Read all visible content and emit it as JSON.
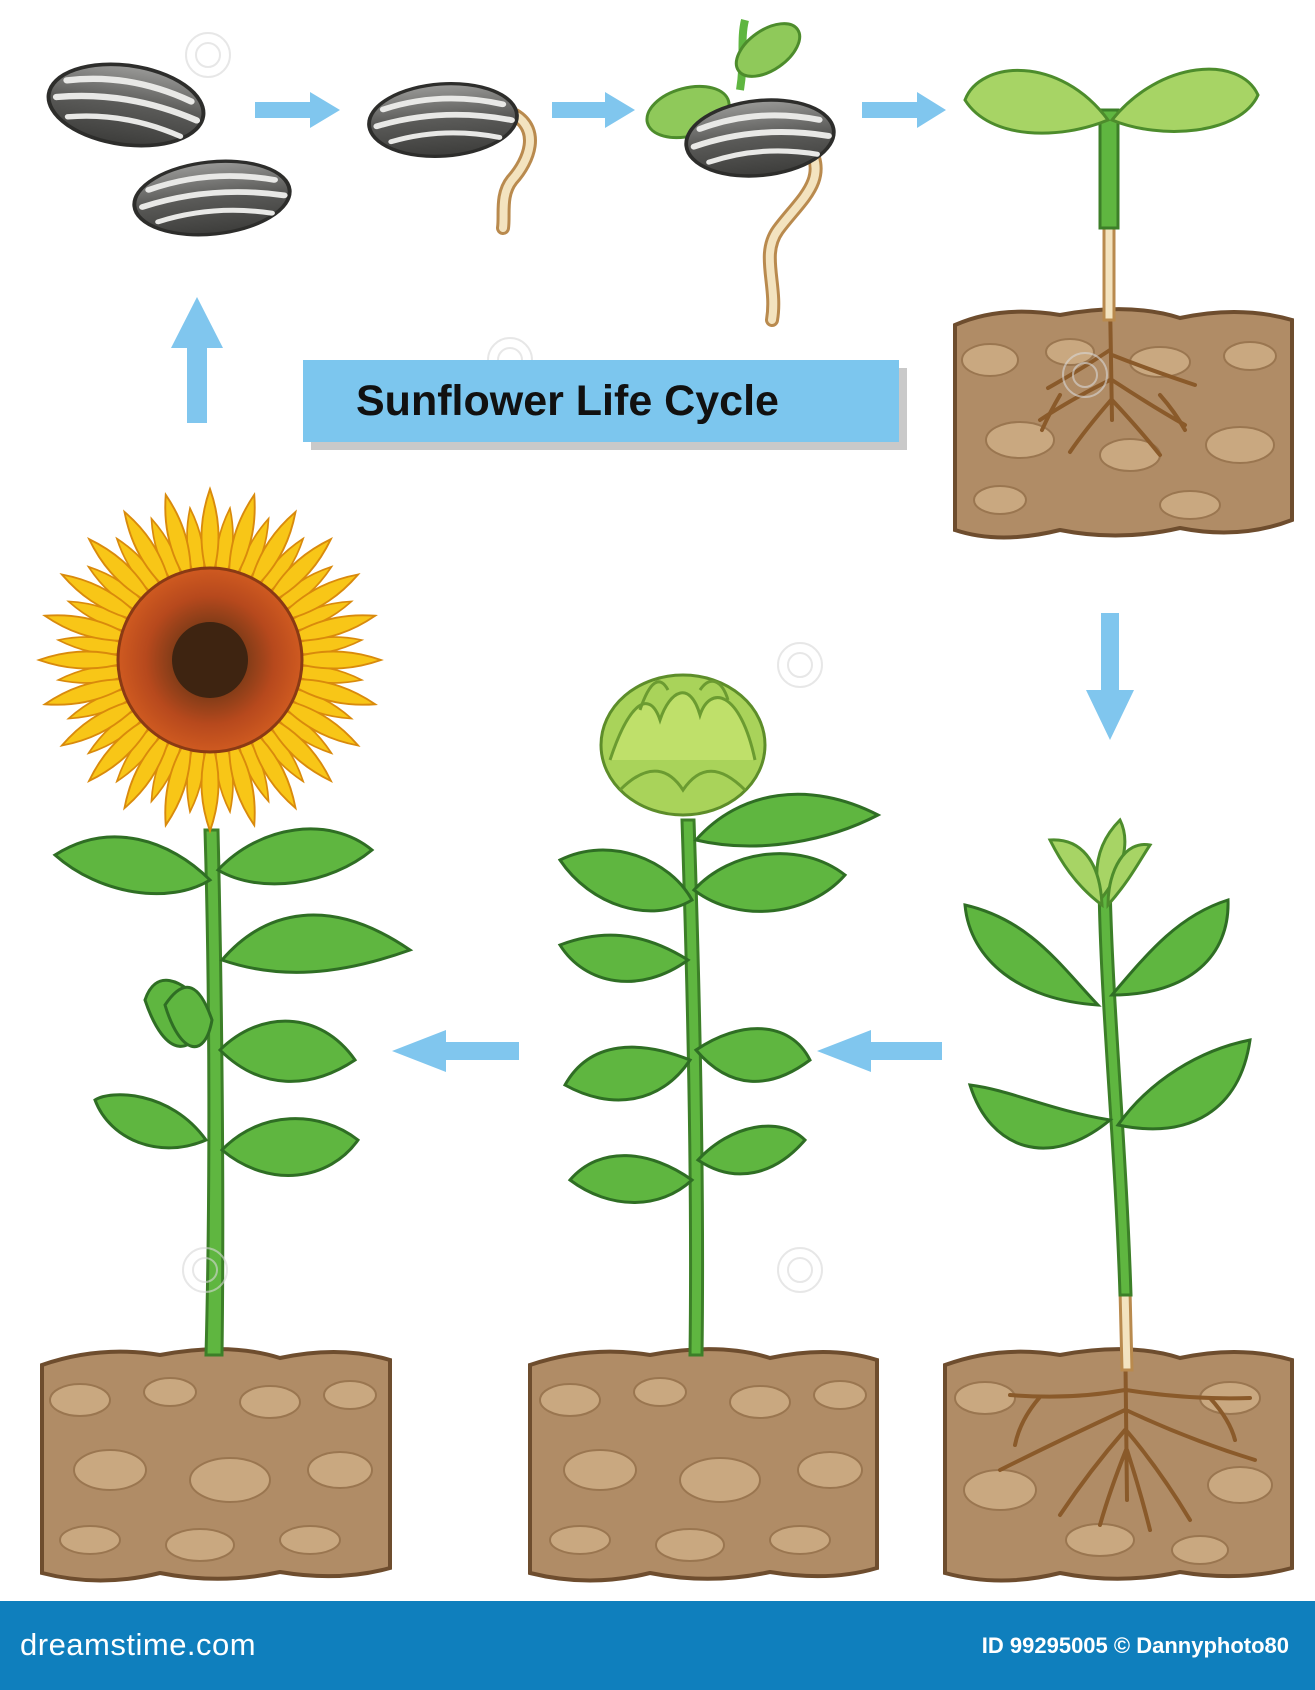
{
  "title": "Sunflower Life Cycle",
  "stages": [
    {
      "name": "seeds"
    },
    {
      "name": "germinating-seed"
    },
    {
      "name": "sprouting-seed"
    },
    {
      "name": "seedling"
    },
    {
      "name": "young-plant"
    },
    {
      "name": "budding-plant"
    },
    {
      "name": "blooming-sunflower"
    }
  ],
  "footer": {
    "logo": "dreamstime.com",
    "credit": "ID 99295005 © Dannyphoto80"
  },
  "colors": {
    "arrow": "#80c6ee",
    "title_bg": "#7cc6ee",
    "footer_bg": "#0f7fbd",
    "soil": "#b08c66",
    "leaf": "#5fb640",
    "petal": "#f8c617",
    "disc": "#c4531e"
  }
}
